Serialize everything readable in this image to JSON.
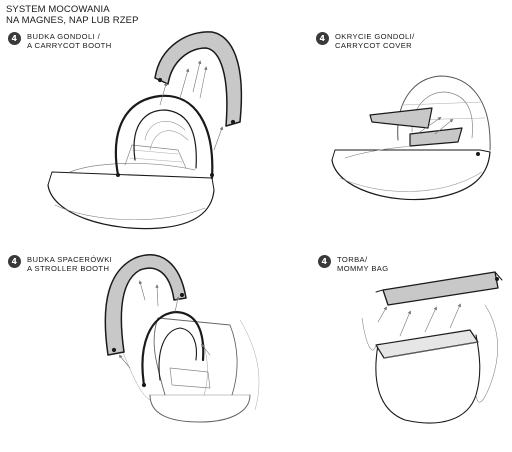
{
  "header": {
    "line1": "SYSTEM MOCOWANIA",
    "line2": "NA MAGNES, NAP LUB RZEP"
  },
  "panels": [
    {
      "step": "4",
      "line1": "BUDKA GONDOLI /",
      "line2": "A CARRYCOT BOOTH"
    },
    {
      "step": "4",
      "line1": "OKRYCIE GONDOLI/",
      "line2": "CARRYCOT COVER"
    },
    {
      "step": "4",
      "line1": "BUDKA SPACERÓWKI",
      "line2": "A STROLLER BOOTH"
    },
    {
      "step": "4",
      "line1": "TORBA/",
      "line2": "MOMMY BAG"
    }
  ],
  "colors": {
    "line": "#1a1a1a",
    "light_line": "#9a9a9a",
    "fill_highlight": "#c8c8c8",
    "badge": "#3a3a3a"
  }
}
